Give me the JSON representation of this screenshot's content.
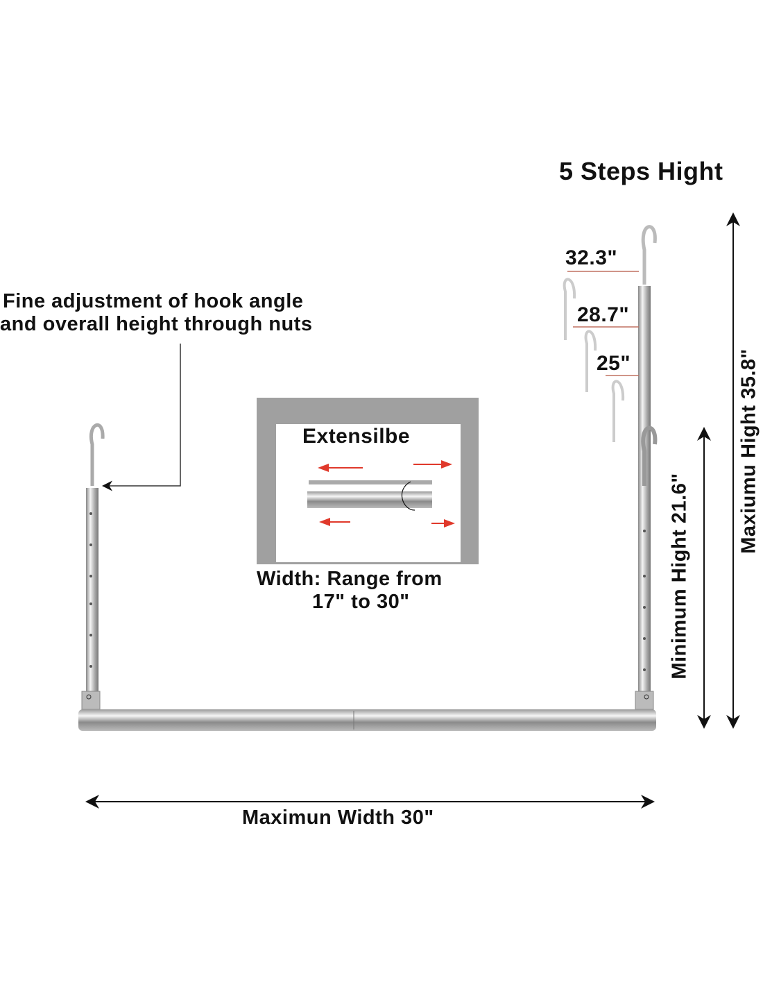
{
  "title": "5 Steps Hight",
  "annotation": {
    "line1": "Fine adjustment of hook angle",
    "line2": "and overall height through nuts"
  },
  "steps": [
    "32.3\"",
    "28.7\"",
    "25\""
  ],
  "inset": {
    "label": "Extensilbe",
    "caption_line1": "Width: Range from",
    "caption_line2": "17\" to 30\""
  },
  "max_width": "Maximun Width 30\"",
  "min_height": "Minimum Hight 21.6\"",
  "max_height": "Maxiumu Hight 35.8\"",
  "colors": {
    "arrow_red": "#e0392b",
    "frame_gray": "#a0a0a0",
    "metal": "#c8c8c8"
  }
}
